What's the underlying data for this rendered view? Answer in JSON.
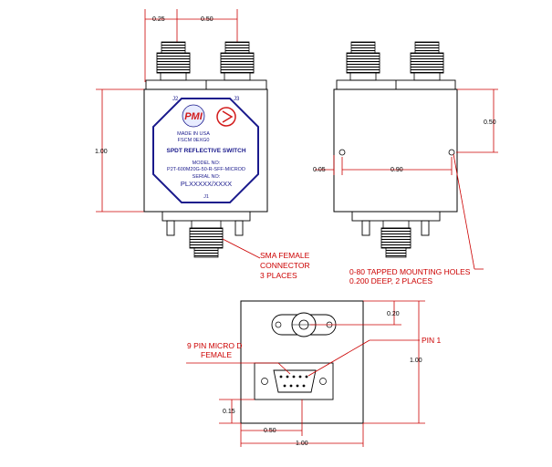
{
  "colors": {
    "dimension_line": "#cc0000",
    "outline": "#000000",
    "label_blue": "#1a1a8c",
    "logo_red": "#d21a1a"
  },
  "front_view": {
    "dim_top_left": "0.25",
    "dim_top_span": "0.50",
    "dim_height": "1.00",
    "port_j2": "J2",
    "port_j3": "J3",
    "port_j1": "J1",
    "logo_text": "PMI",
    "made_in": "MADE IN USA",
    "fscm": "FSCM 0EXG0",
    "product_title": "SPDT REFLECTIVE SWITCH",
    "model_label": "MODEL NO:",
    "model_number": "P2T-600M20G-50-R-SFF-MICROD",
    "serial_label": "SERIAL NO:",
    "serial_number": "PLXXXXX/XXXX"
  },
  "side_view": {
    "dim_right": "0.50",
    "dim_left": "0.05",
    "dim_hole_span": "0.90"
  },
  "bottom_view": {
    "dim_right_small": "0.20",
    "dim_height": "1.00",
    "dim_left_small": "0.15",
    "dim_bottom_small": "0.50",
    "dim_width": "1.00"
  },
  "callouts": {
    "sma_line1": "SMA FEMALE",
    "sma_line2": "CONNECTOR",
    "sma_line3": "3 PLACES",
    "holes_line1": "0-80 TAPPED MOUNTING HOLES",
    "holes_line2": "0.200 DEEP, 2 PLACES",
    "microd_line1": "9 PIN MICRO D",
    "microd_line2": "FEMALE",
    "pin1": "PIN 1"
  }
}
